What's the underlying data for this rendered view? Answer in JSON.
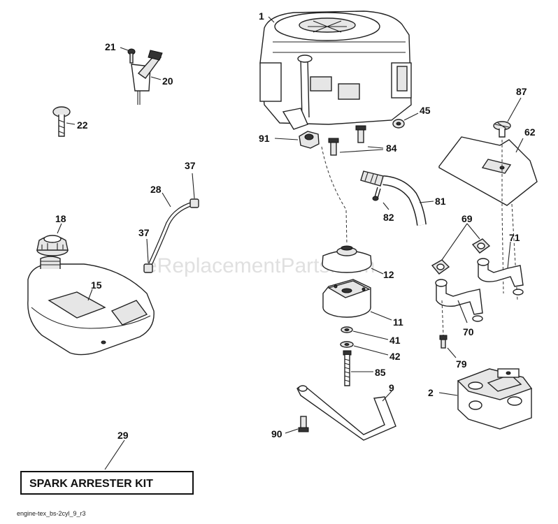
{
  "watermark": "eReplacementParts.com",
  "kit_label": "SPARK ARRESTER KIT",
  "diagram_ref": "engine-tex_bs-2cyl_9_r3",
  "callouts": {
    "c1": "1",
    "c2": "2",
    "c9": "9",
    "c11": "11",
    "c12": "12",
    "c15": "15",
    "c18": "18",
    "c20": "20",
    "c21": "21",
    "c22": "22",
    "c28": "28",
    "c29": "29",
    "c37a": "37",
    "c37b": "37",
    "c41": "41",
    "c42": "42",
    "c45": "45",
    "c62": "62",
    "c69": "69",
    "c70": "70",
    "c71": "71",
    "c79": "79",
    "c81": "81",
    "c82": "82",
    "c84": "84",
    "c85": "85",
    "c87": "87",
    "c90": "90",
    "c91": "91"
  }
}
